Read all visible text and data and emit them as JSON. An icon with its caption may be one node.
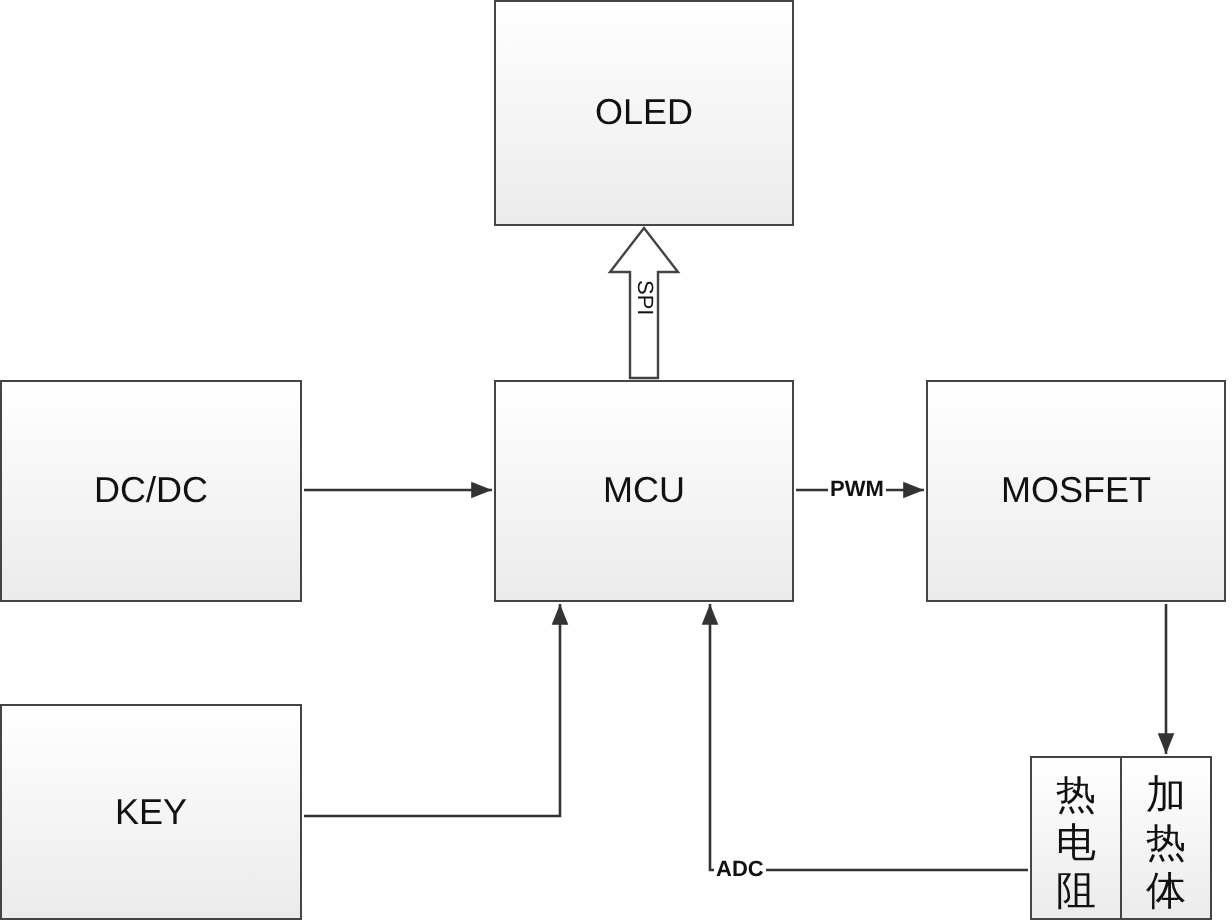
{
  "diagram": {
    "nodes": [
      {
        "text": [
          "OLED"
        ]
      },
      {
        "text": [
          "DC/DC"
        ]
      },
      {
        "text": [
          "MCU"
        ]
      },
      {
        "text": [
          "MOSFET"
        ]
      },
      {
        "text": [
          "KEY"
        ]
      },
      {
        "text": [
          "热电阻"
        ]
      },
      {
        "text": [
          "加热体"
        ]
      }
    ],
    "edges": [
      {
        "from": 1,
        "to": 2,
        "arrow": "to"
      },
      {
        "from": 2,
        "to": 0,
        "arrow": "to",
        "label": "SPI",
        "style": "thick"
      },
      {
        "from": 2,
        "to": 3,
        "arrow": "to",
        "label": "PWM"
      },
      {
        "from": 3,
        "to": 6,
        "arrow": "to"
      },
      {
        "from": 4,
        "to": 2,
        "arrow": "to"
      },
      {
        "from": 5,
        "to": 2,
        "arrow": "to",
        "label": "ADC"
      }
    ]
  }
}
